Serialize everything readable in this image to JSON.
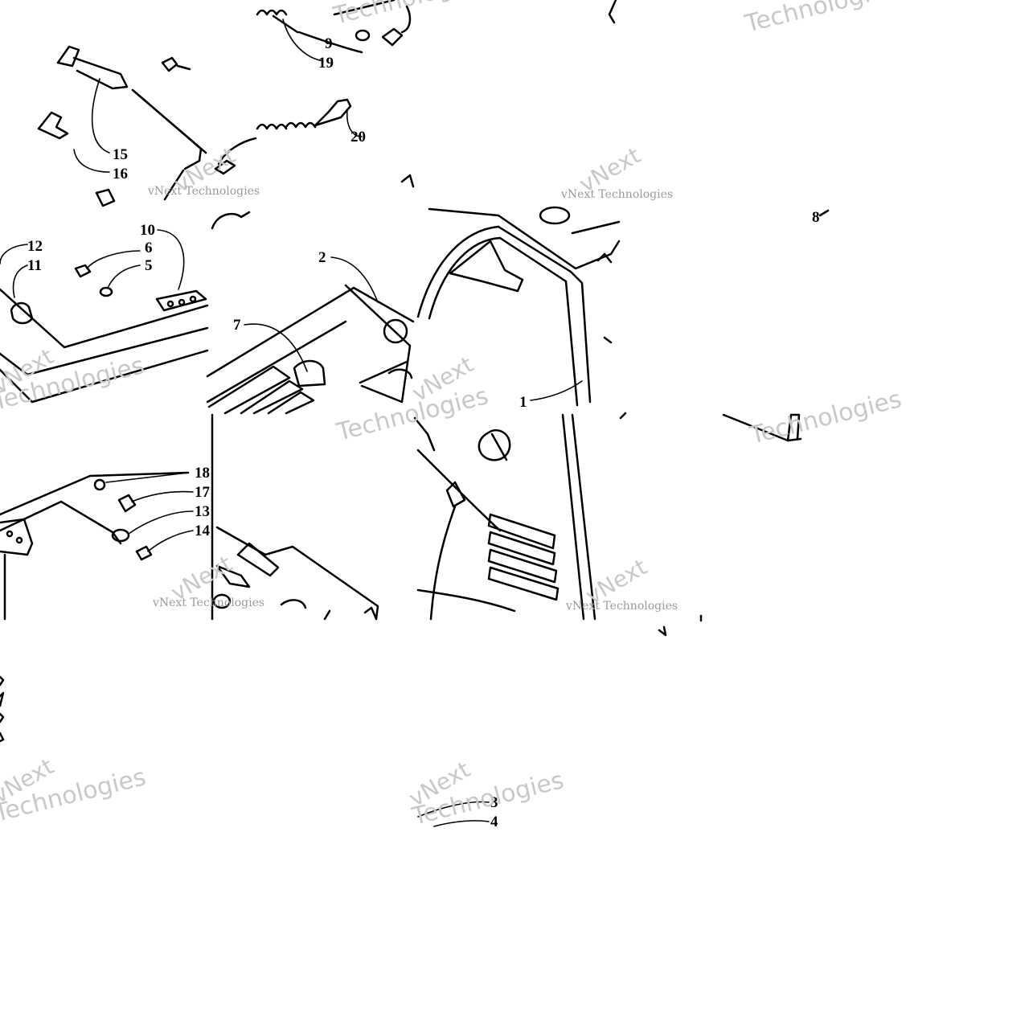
{
  "diagram": {
    "watermark": {
      "brand_large": "Technologies",
      "brand_short": "vNext",
      "brand_line": "vNext Technologies"
    },
    "callouts": [
      "1",
      "2",
      "3",
      "4",
      "5",
      "6",
      "7",
      "8",
      "9",
      "10",
      "11",
      "12",
      "13",
      "14",
      "15",
      "16",
      "17",
      "18",
      "19",
      "20"
    ],
    "tile_rows": 4,
    "tile_cols": 4,
    "populated_rows": 3
  }
}
